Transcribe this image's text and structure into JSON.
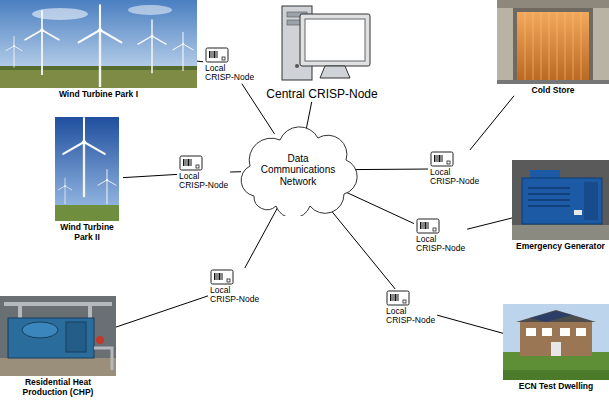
{
  "diagram": {
    "nodes": [
      {
        "text": [
          "Wind Turbine Park I"
        ]
      },
      {
        "text": [
          "Local CRISP-Node"
        ]
      },
      {
        "text": [
          "Central CRISP-Node"
        ]
      },
      {
        "text": [
          "Cold Store"
        ]
      },
      {
        "text": [
          "Local CRISP-Node"
        ]
      },
      {
        "text": [
          "Wind Turbine Park II"
        ]
      },
      {
        "text": [
          "Local CRISP-Node"
        ]
      },
      {
        "text": [
          "Data Communications Network"
        ]
      },
      {
        "text": [
          "Emergency Generator"
        ]
      },
      {
        "text": [
          "Local CRISP-Node"
        ]
      },
      {
        "text": [
          "Residential Heat Production (CHP)"
        ]
      },
      {
        "text": [
          "Local CRISP-Node"
        ]
      },
      {
        "text": [
          "Local CRISP-Node"
        ]
      },
      {
        "text": [
          "ECN Test Dwelling"
        ]
      }
    ],
    "edges": [
      {
        "from": 0,
        "to": 1,
        "arrow": "none"
      },
      {
        "from": 1,
        "to": 7,
        "arrow": "none"
      },
      {
        "from": 2,
        "to": 7,
        "arrow": "none"
      },
      {
        "from": 3,
        "to": 4,
        "arrow": "none"
      },
      {
        "from": 4,
        "to": 7,
        "arrow": "none"
      },
      {
        "from": 5,
        "to": 6,
        "arrow": "none"
      },
      {
        "from": 6,
        "to": 7,
        "arrow": "none"
      },
      {
        "from": 8,
        "to": 9,
        "arrow": "none"
      },
      {
        "from": 9,
        "to": 7,
        "arrow": "none"
      },
      {
        "from": 10,
        "to": 11,
        "arrow": "none"
      },
      {
        "from": 11,
        "to": 7,
        "arrow": "none"
      },
      {
        "from": 13,
        "to": 12,
        "arrow": "none"
      },
      {
        "from": 12,
        "to": 7,
        "arrow": "none"
      }
    ]
  }
}
